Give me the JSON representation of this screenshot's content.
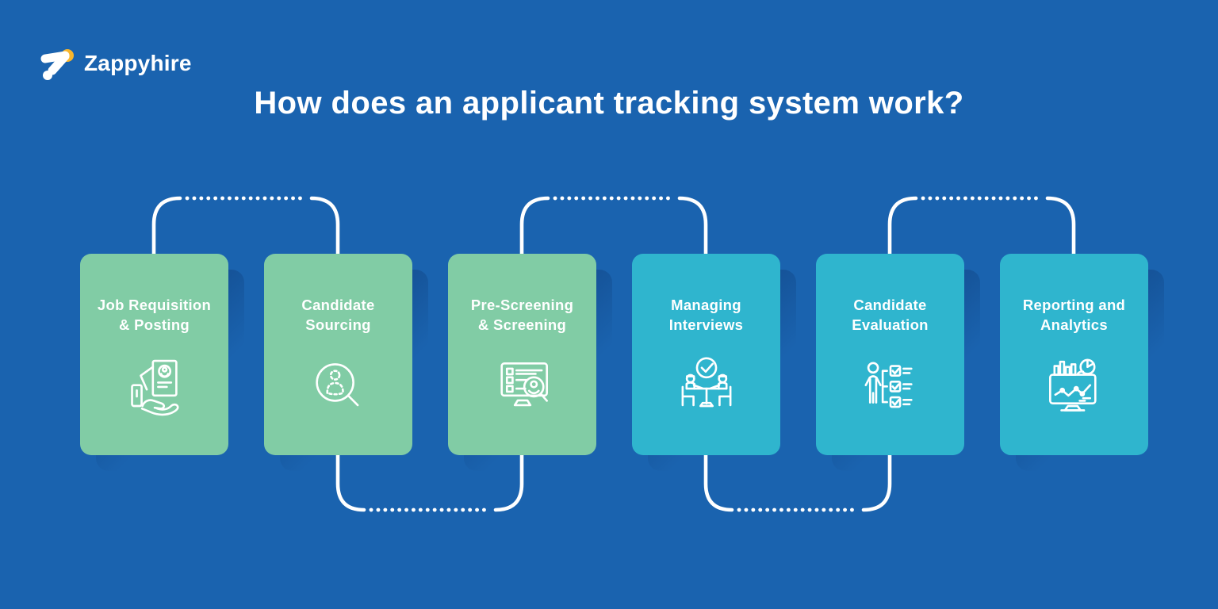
{
  "page": {
    "background_color": "#1A63AF"
  },
  "logo": {
    "text": "Zappyhire",
    "accent_color": "#F8B62D"
  },
  "title": "How does an applicant tracking system work?",
  "cards": [
    {
      "line1": "Job Requisition",
      "line2": "& Posting",
      "color": "#81CCA5",
      "icon": "resume-hand-icon"
    },
    {
      "line1": "Candidate",
      "line2": "Sourcing",
      "color": "#81CCA5",
      "icon": "search-candidate-icon"
    },
    {
      "line1": "Pre-Screening",
      "line2": "& Screening",
      "color": "#81CCA5",
      "icon": "screening-monitor-icon"
    },
    {
      "line1": "Managing",
      "line2": "Interviews",
      "color": "#2FB5CE",
      "icon": "interview-table-icon"
    },
    {
      "line1": "Candidate",
      "line2": "Evaluation",
      "color": "#2FB5CE",
      "icon": "evaluation-checklist-icon"
    },
    {
      "line1": "Reporting and",
      "line2": "Analytics",
      "color": "#2FB5CE",
      "icon": "analytics-monitor-icon"
    }
  ]
}
